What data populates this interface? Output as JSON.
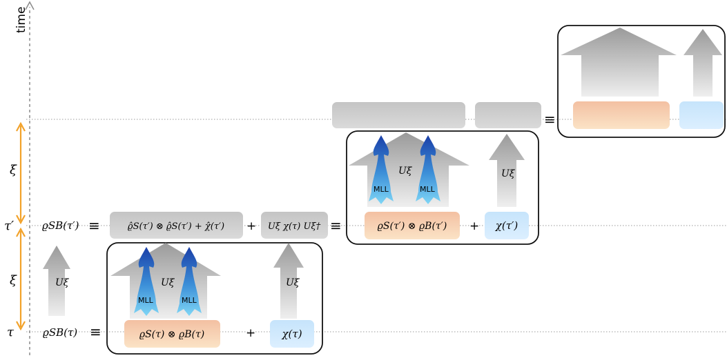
{
  "axis": {
    "time_label": "time",
    "tau": "τ",
    "tau_prime": "τ′",
    "xi": "ξ"
  },
  "left_arrow_label": "Uξ",
  "row_tau": {
    "lhs": "ϱSB(τ)",
    "equiv": "≡",
    "product_term": "ϱS(τ) ⊗ ϱB(τ)",
    "plus": "+",
    "chi_term": "χ(τ)"
  },
  "row_tau_prime": {
    "lhs": "ϱSB(τ′)",
    "equiv": "≡",
    "hat_term": "ϱ̂S(τ′) ⊗ ϱ̂S(τ′) + χ̂(τ′)",
    "plus": "+",
    "unitary_term": "Uξ χ(τ) Uξ†",
    "equiv2": "≡",
    "product_term": "ϱS(τ′) ⊗ ϱB(τ′)",
    "plus2": "+",
    "chi_term": "χ(τ′)"
  },
  "box_labels": {
    "mll": "MLL",
    "u": "Uξ"
  },
  "top_row": {
    "equiv": "≡"
  },
  "colors": {
    "orange": "#f2a22a",
    "peach": "#f5c9a6",
    "light_blue": "#cfe8fb",
    "gray_box": "#cfcfcf",
    "arrow_dark_blue": "#1f4fb5",
    "arrow_light_blue": "#5cc4ef"
  }
}
